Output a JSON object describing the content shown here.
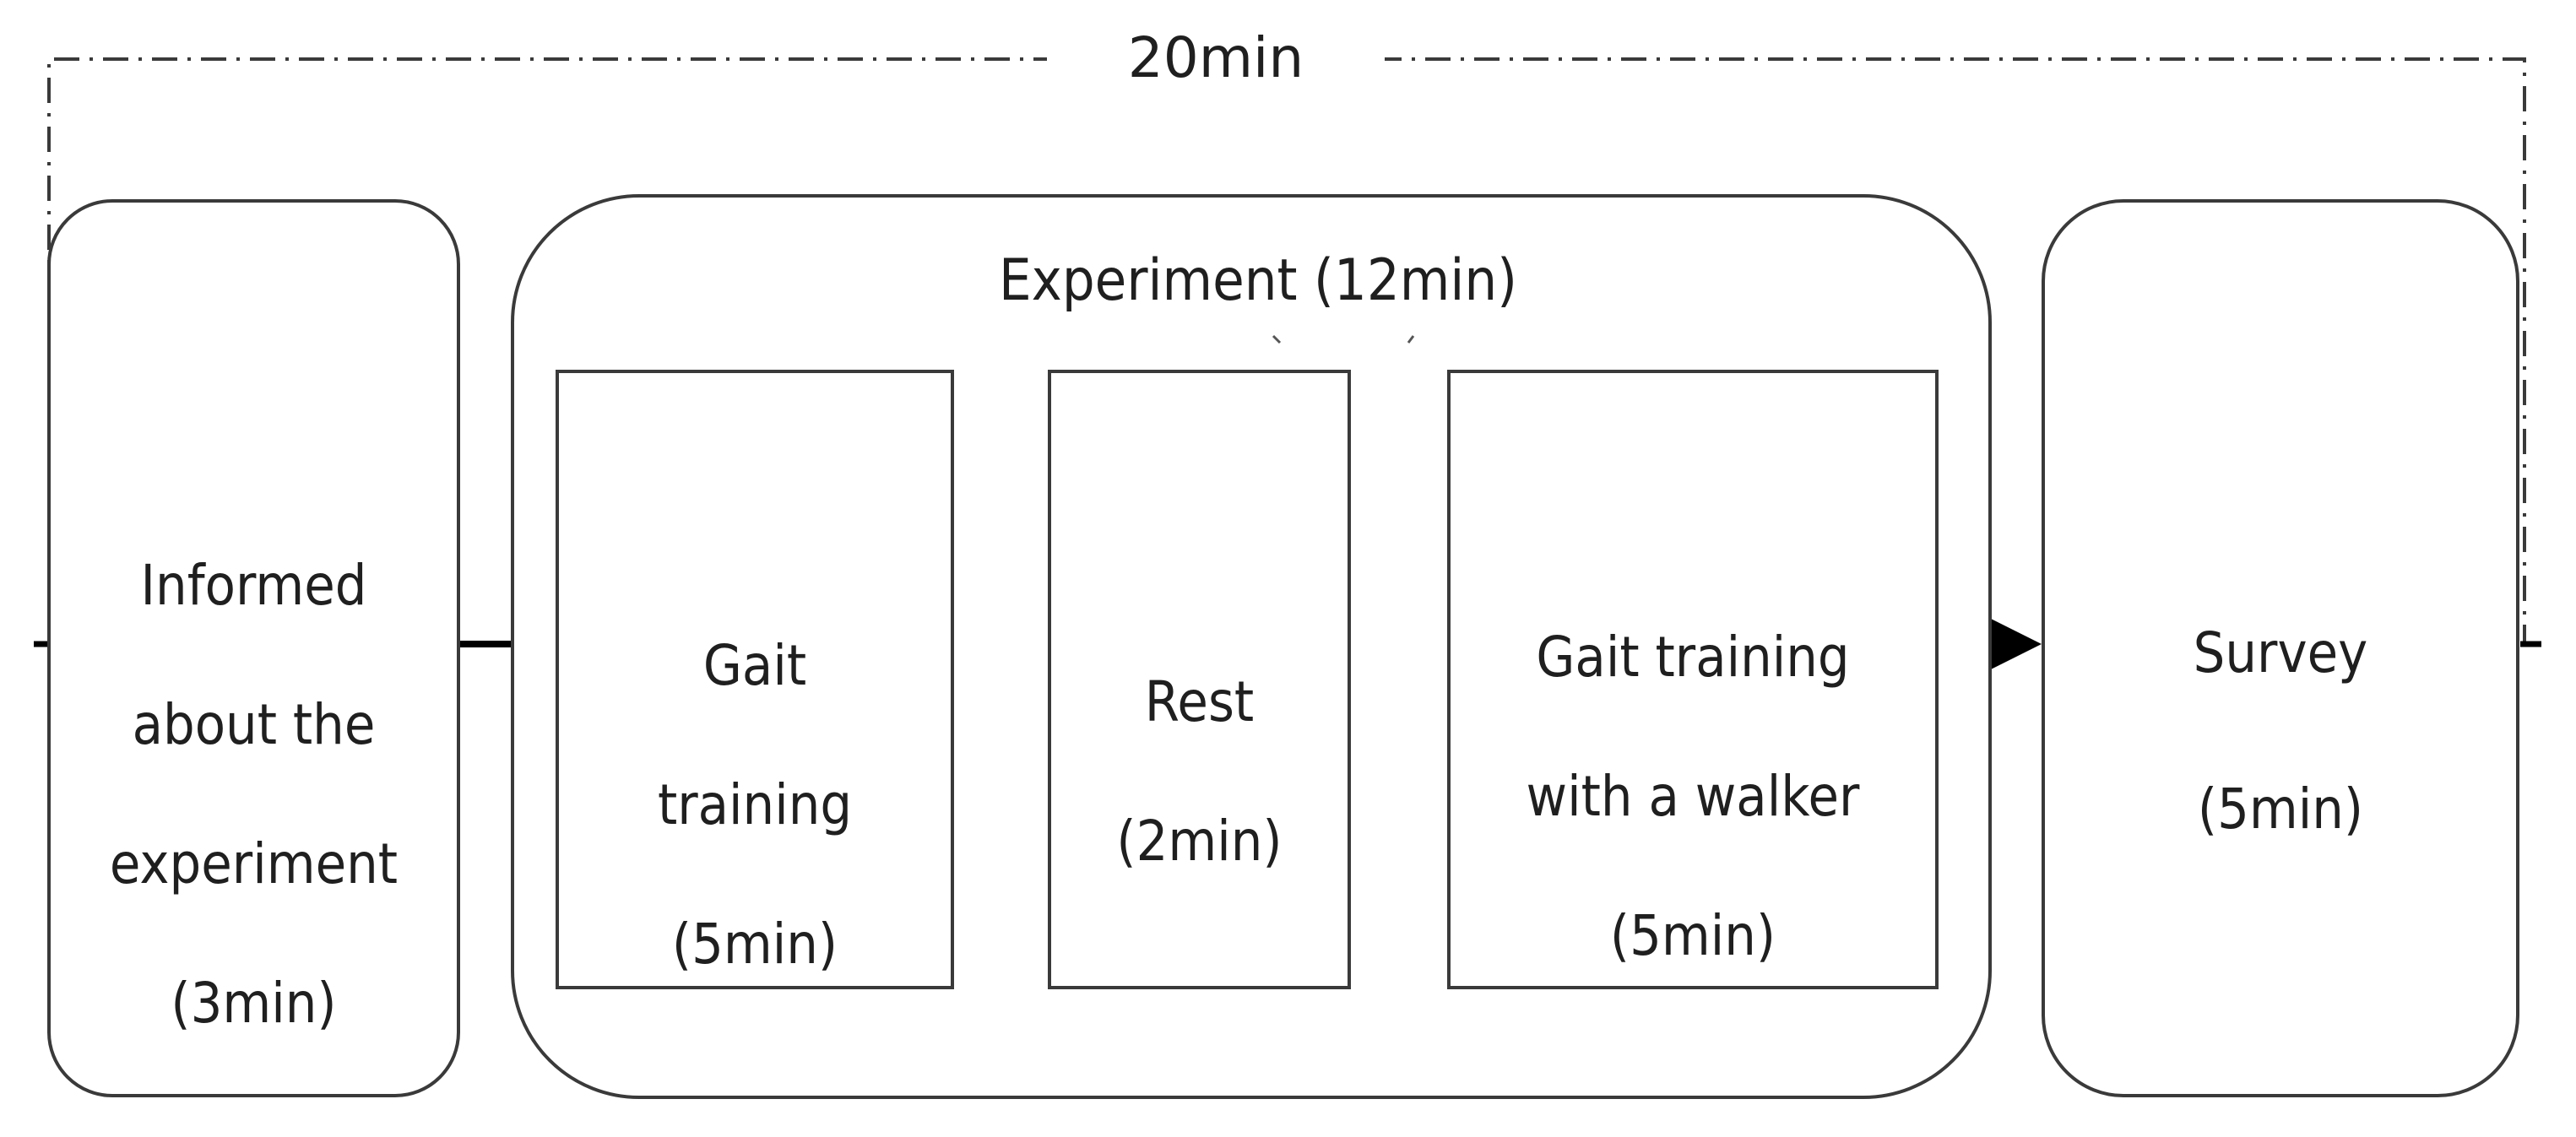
{
  "total": {
    "label": "20min"
  },
  "informed": {
    "line1": "Informed",
    "line2": "about the",
    "line3": "experiment",
    "line4": "(3min)"
  },
  "experiment": {
    "title": "Experiment  (12min)",
    "steps": [
      {
        "line1": "Gait",
        "line2": "training",
        "line3": "(5min)"
      },
      {
        "line1": "Rest",
        "line2": "(2min)"
      },
      {
        "line1": "Gait training",
        "line2": "with a walker",
        "line3": "(5min)"
      }
    ]
  },
  "survey": {
    "line1": "Survey",
    "line2": "(5min)"
  },
  "colors": {
    "stroke": "#3a3a3a",
    "flow": "#000000",
    "text": "#1f1f1f"
  }
}
